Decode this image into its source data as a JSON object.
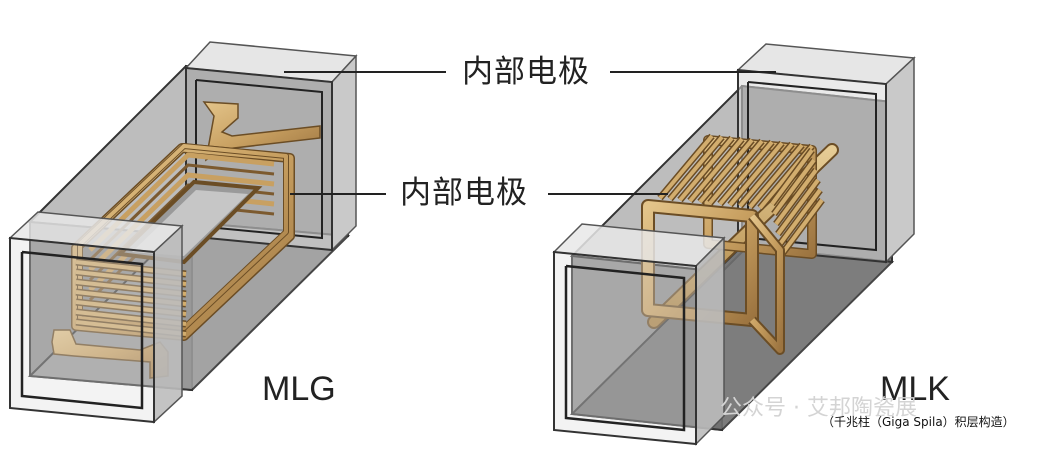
{
  "labels": {
    "electrode_top": "内部电极",
    "electrode_mid": "内部电极",
    "mlg": "MLG",
    "mlk": "MLK"
  },
  "watermark": "公众号 · 艾邦陶瓷展",
  "credit": "（千兆柱（Giga Spila）积层构造）",
  "colors": {
    "body_gray": "#8d8d8d",
    "electrode_glass": "#dcdcdc",
    "coil_gold": "#c8a061",
    "coil_shadow": "#7c5a2f",
    "leader_line": "#222222"
  }
}
